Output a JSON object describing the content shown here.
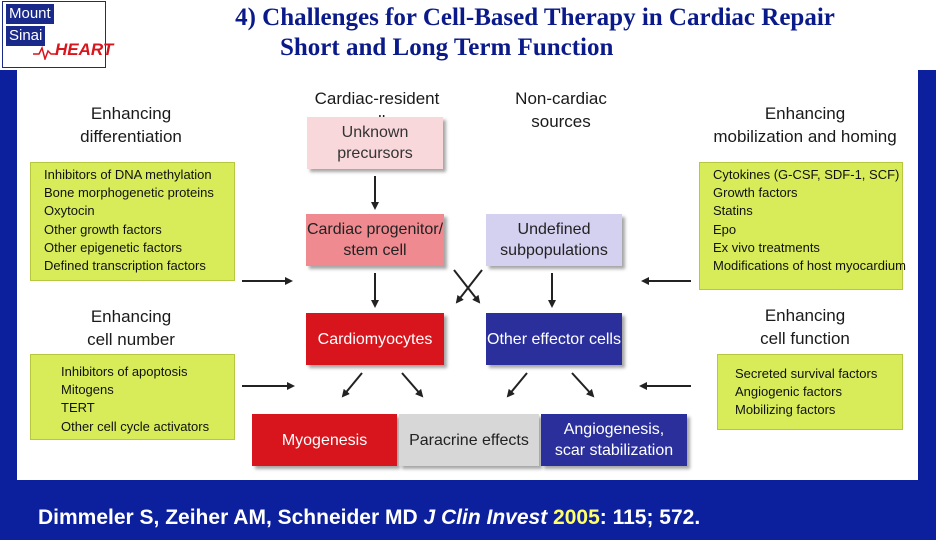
{
  "logo": {
    "mount": "Mount",
    "sinai": "Sinai",
    "heart": "HEART"
  },
  "title": {
    "line1": "4) Challenges for Cell-Based Therapy in Cardiac Repair",
    "line2": "Short and Long Term Function"
  },
  "diagram": {
    "left_top_heading": [
      "Enhancing",
      "differentiation"
    ],
    "left_top_items": [
      "Inhibitors of DNA methylation",
      "Bone morphogenetic proteins",
      "Oxytocin",
      "Other growth factors",
      "Other epigenetic factors",
      "Defined transcription factors"
    ],
    "left_bottom_heading": [
      "Enhancing",
      "cell number"
    ],
    "left_bottom_items": [
      "Inhibitors of apoptosis",
      "Mitogens",
      "TERT",
      "Other cell cycle activators"
    ],
    "right_top_heading": [
      "Enhancing",
      "mobilization and homing"
    ],
    "right_top_items": [
      "Cytokines (G-CSF, SDF-1, SCF)",
      "Growth factors",
      "Statins",
      "Epo",
      "Ex vivo treatments",
      "Modifications of host myocardium"
    ],
    "right_bottom_heading": [
      "Enhancing",
      "cell function"
    ],
    "right_bottom_items": [
      "Secreted survival factors",
      "Angiogenic factors",
      "Mobilizing factors"
    ],
    "col_header_cardiac": "Cardiac-resident cells",
    "col_header_noncardiac": "Non-cardiac sources",
    "unknown_precursors": [
      "Unknown",
      "precursors"
    ],
    "cardiac_progenitor": [
      "Cardiac progenitor/",
      "stem cell"
    ],
    "undefined_subpops": [
      "Undefined",
      "subpopulations"
    ],
    "cardiomyocytes": "Cardiomyocytes",
    "other_effector": "Other effector cells",
    "myogenesis": "Myogenesis",
    "paracrine": "Paracrine effects",
    "angiogenesis": [
      "Angiogenesis,",
      "scar stabilization"
    ]
  },
  "citation": {
    "authors": "Dimmeler S, Zeiher AM, Schneider MD ",
    "journal": "J Clin Invest",
    "year": "2005",
    "rest": ": 115; 572."
  },
  "colors": {
    "background": "#0c1f9c",
    "yellow_box": "#d8ec5a",
    "pink_light": "#f9d8dc",
    "pink": "#ee8a90",
    "lavender": "#d4d0f0",
    "red": "#d8141c",
    "navy": "#2a2f9c",
    "gray": "#d7d7d7"
  }
}
